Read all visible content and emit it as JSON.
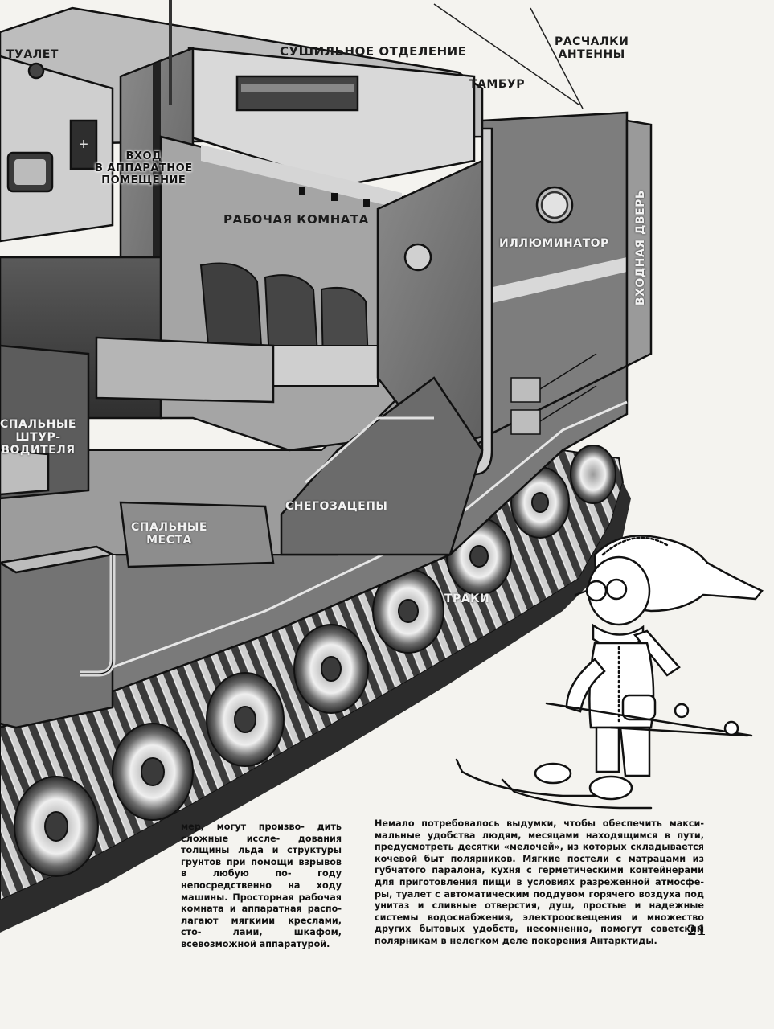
{
  "labels": {
    "toilet": "ТУАЛЕТ",
    "drying_room": "СУШИЛЬНОЕ ОТДЕЛЕНИЕ",
    "antenna_guys": "РАСЧАЛКИ\nАНТЕННЫ",
    "vestibule": "ТАМБУР",
    "equipment_entrance": "ВХОД\nВ АППАРАТНОЕ\nПОМЕЩЕНИЕ",
    "work_room": "РАБОЧАЯ КОМНАТА",
    "porthole": "ИЛЛЮМИНАТОР",
    "entrance_door": "ВХОДНАЯ ДВЕРЬ",
    "driver_berths": "СПАЛЬНЫЕ\nШТУР-\nВОДИТЕЛЯ",
    "snow_grips": "СНЕГОЗАЦЕПЫ",
    "sleeping_places": "СПАЛЬНЫЕ\nМЕСТА",
    "tracks": "ТРАКИ"
  },
  "text": {
    "left_column": "мер, могут произво- дить сложные иссле- дования толщины льда и структуры грунтов при помощи взрывов в любую по- году непосредственно на ходу машины. Просторная рабочая комната и аппаратная распо- лагают мягкими креслами, сто- лами, шкафом, всевозможной аппаратурой.",
    "right_column": "Немало потребовалось выдумки, чтобы обеспечить макси- мальные удобства людям, месяцами находящимся в пути, предусмотреть десятки «мелочей», из которых складывается кочевой быт полярников. Мягкие постели с матрацами из губчатого паралона, кухня с герметическими контейнерами для приготовления пищи в условиях разреженной атмосфе- ры, туалет с автоматическим поддувом горячего воздуха под унитаз и сливные отверстия, душ, простые и надежные системы водоснабжения, электроосвещения и множество других бытовых удобств, несомненно, помогут советским полярникам в нелегком деле покорения Антарктиды."
  },
  "page_number": "21"
}
